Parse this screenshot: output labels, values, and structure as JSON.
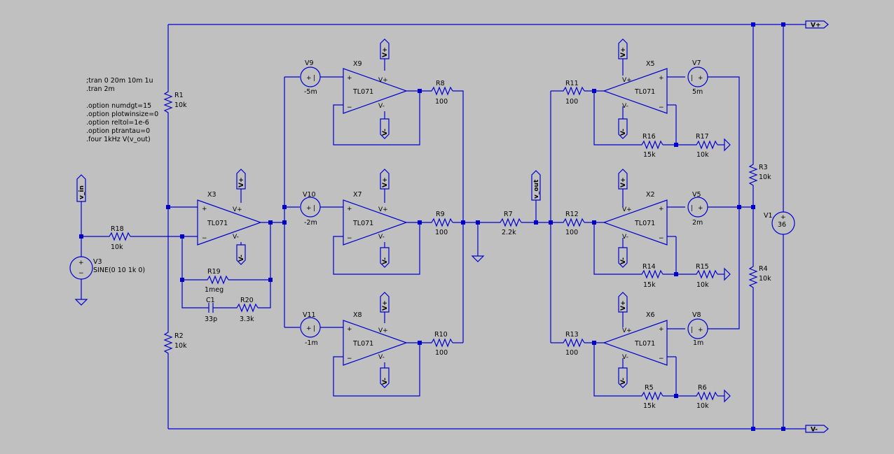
{
  "directives": [
    ";tran 0 20m 10m 1u",
    ".tran 2m",
    "",
    ".option numdgt=15",
    ".option plotwinsize=0",
    ".option reltol=1e-6",
    ".option ptrantau=0",
    ".four 1kHz V(v_out)"
  ],
  "rails": {
    "pos": "V+",
    "neg": "V-"
  },
  "nets": {
    "v_in": "v_in",
    "v_out": "v_out"
  },
  "sources": {
    "V3": {
      "name": "V3",
      "value": "SINE(0 10 1k 0)"
    },
    "V1": {
      "name": "V1",
      "value": "36"
    },
    "V9": {
      "name": "V9",
      "value": "-5m"
    },
    "V10": {
      "name": "V10",
      "value": "-2m"
    },
    "V11": {
      "name": "V11",
      "value": "-1m"
    },
    "V7": {
      "name": "V7",
      "value": "5m"
    },
    "V5": {
      "name": "V5",
      "value": "2m"
    },
    "V8": {
      "name": "V8",
      "value": "1m"
    }
  },
  "opamps": {
    "X3": {
      "name": "X3",
      "model": "TL071"
    },
    "X9": {
      "name": "X9",
      "model": "TL071"
    },
    "X7": {
      "name": "X7",
      "model": "TL071"
    },
    "X8": {
      "name": "X8",
      "model": "TL071"
    },
    "X5": {
      "name": "X5",
      "model": "TL071"
    },
    "X2": {
      "name": "X2",
      "model": "TL071"
    },
    "X6": {
      "name": "X6",
      "model": "TL071"
    }
  },
  "pins": {
    "plus": "+",
    "minus": "−",
    "vp": "V+",
    "vm": "V-"
  },
  "resistors": {
    "R1": {
      "name": "R1",
      "value": "10k"
    },
    "R2": {
      "name": "R2",
      "value": "10k"
    },
    "R3": {
      "name": "R3",
      "value": "10k"
    },
    "R4": {
      "name": "R4",
      "value": "10k"
    },
    "R18": {
      "name": "R18",
      "value": "10k"
    },
    "R19": {
      "name": "R19",
      "value": "1meg"
    },
    "R20": {
      "name": "R20",
      "value": "3.3k"
    },
    "R8": {
      "name": "R8",
      "value": "100"
    },
    "R9": {
      "name": "R9",
      "value": "100"
    },
    "R10": {
      "name": "R10",
      "value": "100"
    },
    "R7": {
      "name": "R7",
      "value": "2.2k"
    },
    "R11": {
      "name": "R11",
      "value": "100"
    },
    "R12": {
      "name": "R12",
      "value": "100"
    },
    "R13": {
      "name": "R13",
      "value": "100"
    },
    "R16": {
      "name": "R16",
      "value": "15k"
    },
    "R14": {
      "name": "R14",
      "value": "15k"
    },
    "R5": {
      "name": "R5",
      "value": "15k"
    },
    "R17": {
      "name": "R17",
      "value": "10k"
    },
    "R15": {
      "name": "R15",
      "value": "10k"
    },
    "R6": {
      "name": "R6",
      "value": "10k"
    }
  },
  "capacitors": {
    "C1": {
      "name": "C1",
      "value": "33p"
    }
  },
  "colors": {
    "background": "#c0c0c0",
    "wire": "#0000d0",
    "text": "#000000"
  }
}
